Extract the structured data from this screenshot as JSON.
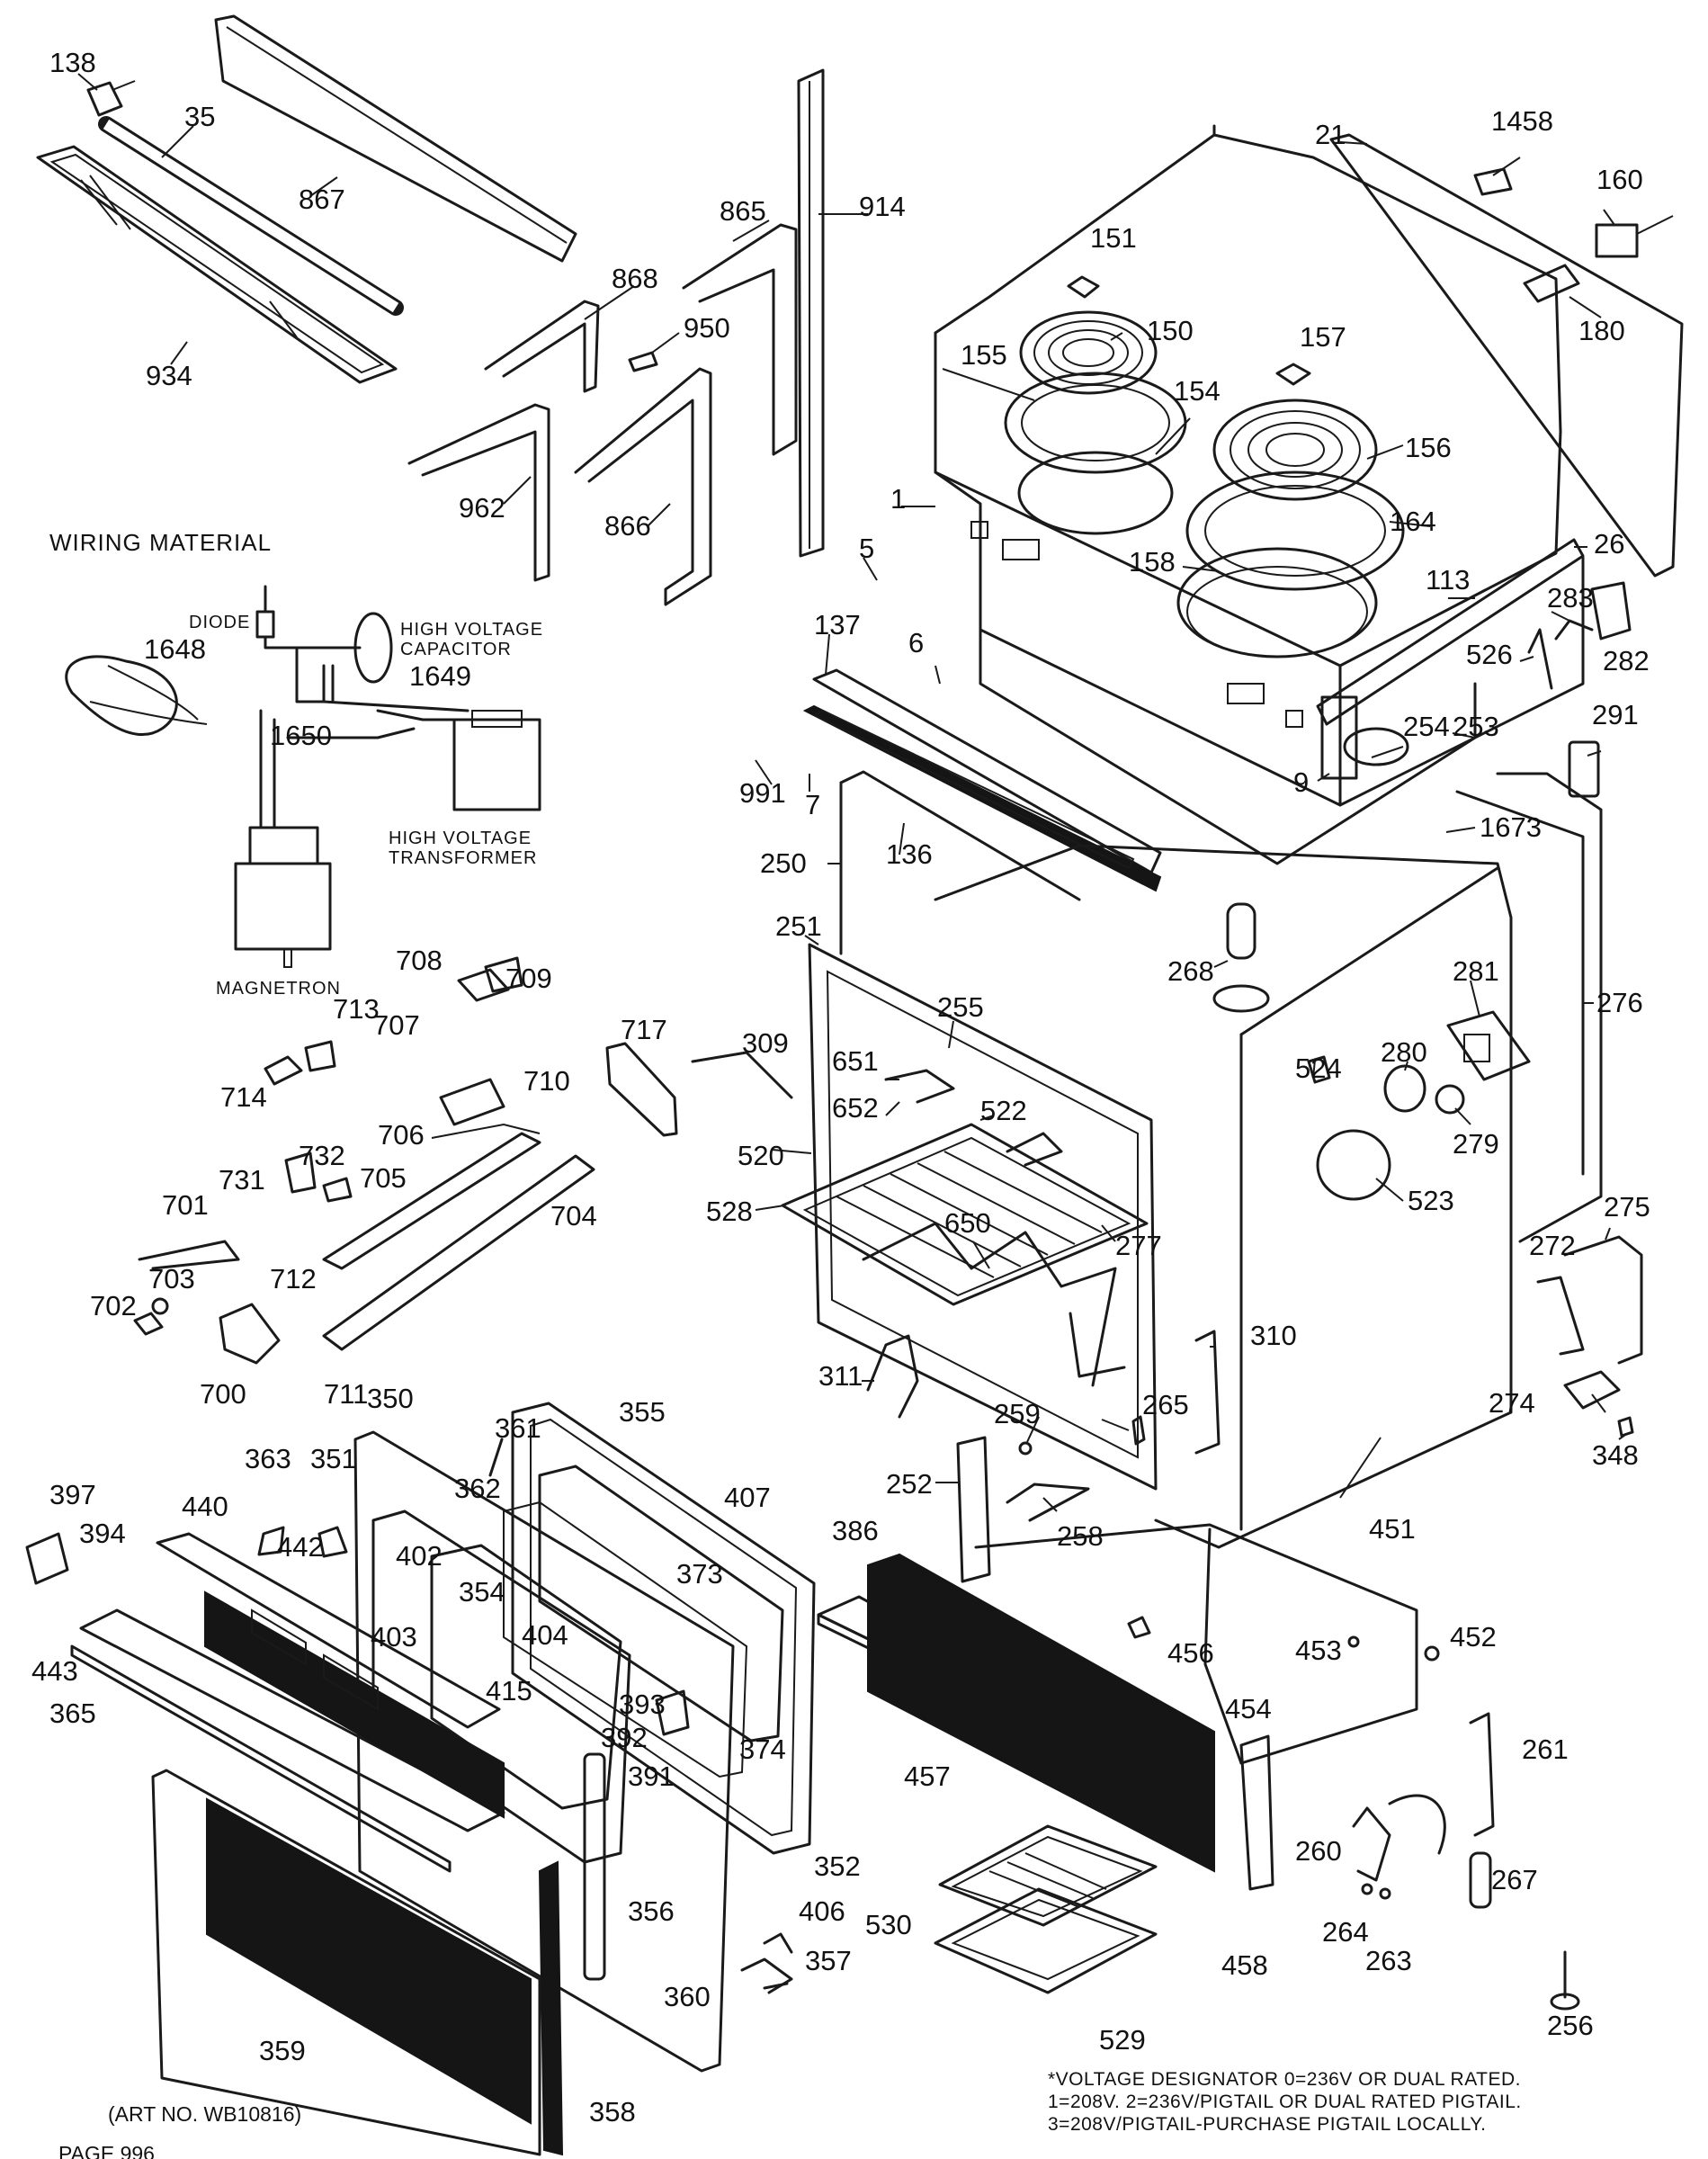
{
  "titles": {
    "wiring_material": "WIRING MATERIAL",
    "art_no": "(ART NO. WB10816)",
    "page_ref": "PAGE 996"
  },
  "wiring_labels": {
    "diode": "DIODE",
    "hv_capacitor_1": "HIGH VOLTAGE",
    "hv_capacitor_2": "CAPACITOR",
    "hv_transformer_1": "HIGH VOLTAGE",
    "hv_transformer_2": "TRANSFORMER",
    "magnetron": "MAGNETRON"
  },
  "voltage_note": [
    "*VOLTAGE DESIGNATOR 0=236V OR DUAL RATED.",
    "1=208V. 2=236V/PIGTAIL OR DUAL RATED PIGTAIL.",
    "3=208V/PIGTAIL-PURCHASE PIGTAIL LOCALLY."
  ],
  "part_numbers": [
    "138",
    "35",
    "867",
    "934",
    "865",
    "914",
    "868",
    "950",
    "962",
    "866",
    "21",
    "1458",
    "160",
    "151",
    "150",
    "157",
    "155",
    "154",
    "180",
    "156",
    "1",
    "164",
    "158",
    "26",
    "113",
    "283",
    "526",
    "282",
    "5",
    "137",
    "6",
    "991",
    "7",
    "254",
    "253",
    "291",
    "9",
    "1673",
    "250",
    "136",
    "251",
    "268",
    "276",
    "1648",
    "1649",
    "1650",
    "709",
    "708",
    "713",
    "707",
    "710",
    "714",
    "717",
    "309",
    "255",
    "651",
    "652",
    "522",
    "281",
    "524",
    "280",
    "279",
    "706",
    "732",
    "731",
    "705",
    "704",
    "520",
    "528",
    "650",
    "277",
    "523",
    "275",
    "701",
    "272",
    "702",
    "703",
    "712",
    "700",
    "711",
    "310",
    "274",
    "311",
    "348",
    "350",
    "355",
    "361",
    "363",
    "351",
    "362",
    "259",
    "265",
    "397",
    "440",
    "442",
    "407",
    "252",
    "394",
    "402",
    "373",
    "354",
    "258",
    "386",
    "451",
    "403",
    "404",
    "443",
    "365",
    "415",
    "456",
    "453",
    "452",
    "393",
    "392",
    "374",
    "454",
    "457",
    "391",
    "261",
    "352",
    "406",
    "356",
    "260",
    "530",
    "357",
    "458",
    "264",
    "263",
    "267",
    "360",
    "529",
    "256",
    "359",
    "358"
  ],
  "colors": {
    "ink": "#1a1a1a",
    "paper": "#ffffff"
  }
}
